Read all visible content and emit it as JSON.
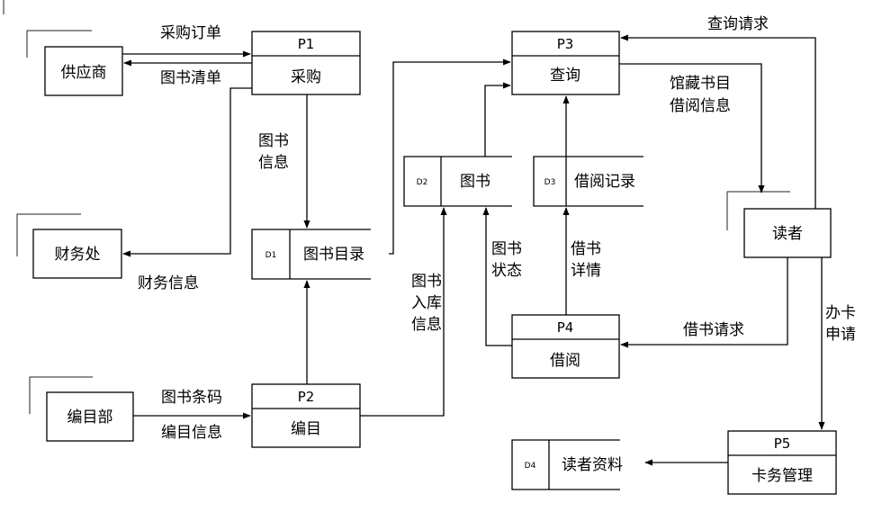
{
  "entities": {
    "supplier": "供应商",
    "finance": "财务处",
    "catalog_dept": "编目部",
    "reader": "读者"
  },
  "processes": {
    "p1": {
      "id": "P1",
      "name": "采购"
    },
    "p2": {
      "id": "P2",
      "name": "编目"
    },
    "p3": {
      "id": "P3",
      "name": "查询"
    },
    "p4": {
      "id": "P4",
      "name": "借阅"
    },
    "p5": {
      "id": "P5",
      "name": "卡务管理"
    }
  },
  "stores": {
    "d1": {
      "id": "D1",
      "name": "图书目录"
    },
    "d2": {
      "id": "D2",
      "name": "图书"
    },
    "d3": {
      "id": "D3",
      "name": "借阅记录"
    },
    "d4": {
      "id": "D4",
      "name": "读者资料"
    }
  },
  "flows": {
    "purchase_order": "采购订单",
    "book_list": "图书清单",
    "book_info_l1": "图书",
    "book_info_l2": "信息",
    "finance_info": "财务信息",
    "book_barcode": "图书条码",
    "catalog_info": "编目信息",
    "stock_info_l1": "图书",
    "stock_info_l2": "入库",
    "stock_info_l3": "信息",
    "book_status_l1": "图书",
    "book_status_l2": "状态",
    "borrow_detail_l1": "借书",
    "borrow_detail_l2": "详情",
    "query_request": "查询请求",
    "holdings_l1": "馆藏书目",
    "holdings_l2": "借阅信息",
    "borrow_request": "借书请求",
    "card_apply_l1": "办卡",
    "card_apply_l2": "申请"
  }
}
